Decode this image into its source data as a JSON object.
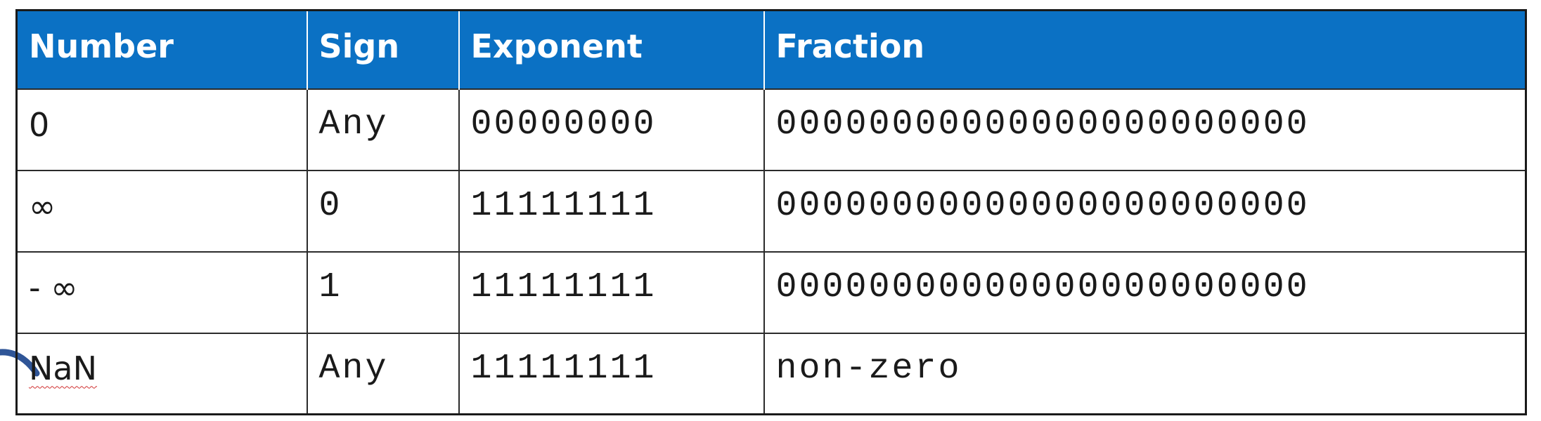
{
  "table": {
    "headers": [
      "Number",
      "Sign",
      "Exponent",
      "Fraction"
    ],
    "rows": [
      [
        "0",
        "Any",
        "00000000",
        "00000000000000000000000"
      ],
      [
        "∞",
        "0",
        "11111111",
        "00000000000000000000000"
      ],
      [
        "- ∞",
        "1",
        "11111111",
        "00000000000000000000000"
      ],
      [
        "NaN",
        "Any",
        "11111111",
        "non-zero"
      ]
    ]
  },
  "colors": {
    "header_bg": "#0b71c4",
    "header_text": "#ffffff",
    "border": "#1a1a1a",
    "connector": "#2f5597",
    "spellcheck": "#d03030"
  }
}
